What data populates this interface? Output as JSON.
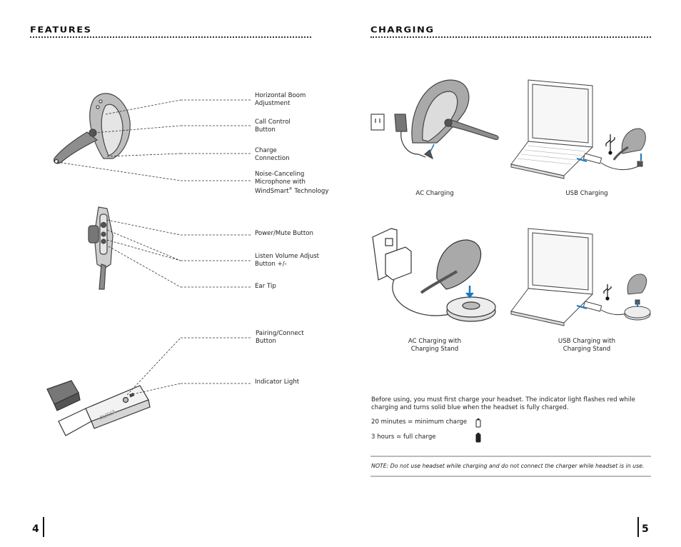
{
  "left": {
    "heading": "FEATURES",
    "callouts": [
      "Horizontal Boom Adjustment",
      "Call Control Button",
      "Charge Connection",
      "Noise-Canceling Microphone with",
      "Power/Mute Button",
      "Listen Volume Adjust Button +/-",
      "Ear Tip",
      "Pairing/Connect Button",
      "Indicator Light"
    ],
    "callout_line2": {
      "windsmart": "WindSmart",
      "reg": "®",
      "technology": " Technology"
    },
    "dongle_brand": "AVAYA",
    "page_number": "4"
  },
  "right": {
    "heading": "CHARGING",
    "captions": [
      "AC Charging",
      "USB Charging",
      "AC Charging with Charging Stand",
      "USB Charging with Charging Stand"
    ],
    "body_text": "Before using, you must first charge your headset. The indicator light flashes red while charging and turns solid blue when the headset is fully charged.",
    "charge_min": "20 minutes = minimum charge",
    "charge_full": "3 hours = full charge",
    "note": "NOTE: Do not use headset while charging and do not connect the charger while headset is in use.",
    "page_number": "5"
  }
}
